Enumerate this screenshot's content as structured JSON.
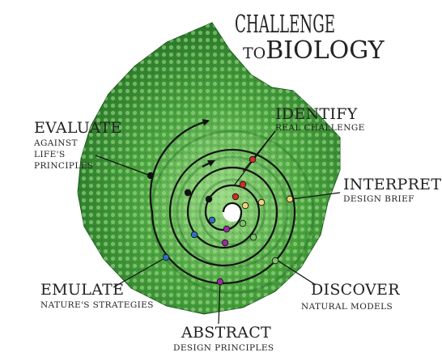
{
  "title": {
    "line1": "CHALLENGE",
    "line2_to": "TO",
    "line2_rest": "BIOLOGY"
  },
  "labels": {
    "identify": {
      "main": "IDENTIFY",
      "sub": [
        "REAL CHALLENGE"
      ]
    },
    "interpret": {
      "main": "INTERPRET",
      "sub": [
        "DESIGN BRIEF"
      ]
    },
    "discover": {
      "main": "DISCOVER",
      "sub": [
        "NATURAL MODELS"
      ]
    },
    "abstract": {
      "main": "ABSTRACT",
      "sub": [
        "DESIGN PRINCIPLES"
      ]
    },
    "emulate": {
      "main": "EMULATE",
      "sub": [
        "NATURE'S STRATEGIES"
      ]
    },
    "evaluate": {
      "main": "EVALUATE",
      "sub": [
        "AGAINST",
        "LIFE'S",
        "PRINCIPLES"
      ]
    }
  },
  "colors": {
    "shell_dark": "#1f6a24",
    "shell_mid": "#3f9a3a",
    "shell_light": "#8fd27a",
    "spiral_line": "#111111",
    "identify": "#d62a2a",
    "interpret": "#f2d27a",
    "discover": "#7cc46a",
    "abstract": "#9a2aa0",
    "emulate": "#2f6fc4",
    "evaluate": "#111111"
  }
}
